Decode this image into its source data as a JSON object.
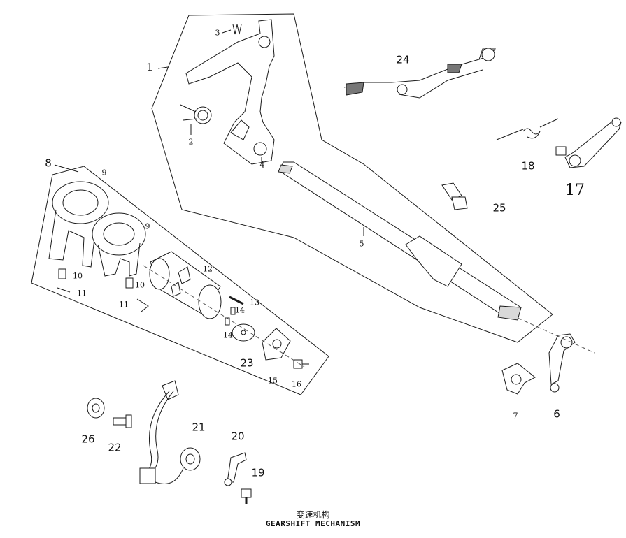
{
  "caption": {
    "chinese": "变速机构",
    "english": "GEARSHIFT MECHANISM"
  },
  "callouts": {
    "c1": "1",
    "c2": "2",
    "c3": "3",
    "c4": "4",
    "c5": "5",
    "c6": "6",
    "c7": "7",
    "c8": "8",
    "c9a": "9",
    "c9b": "9",
    "c10a": "10",
    "c10b": "10",
    "c11a": "11",
    "c11b": "11",
    "c12": "12",
    "c13": "13",
    "c14a": "14",
    "c14b": "14",
    "c15": "15",
    "c16": "16",
    "c17": "17",
    "c18": "18",
    "c19": "19",
    "c20": "20",
    "c21": "21",
    "c22": "22",
    "c23": "23",
    "c24": "24",
    "c25": "25",
    "c26": "26"
  },
  "colors": {
    "ink": "#1a1a1a",
    "paper": "#ffffff",
    "shade": "#d9d9d9"
  }
}
